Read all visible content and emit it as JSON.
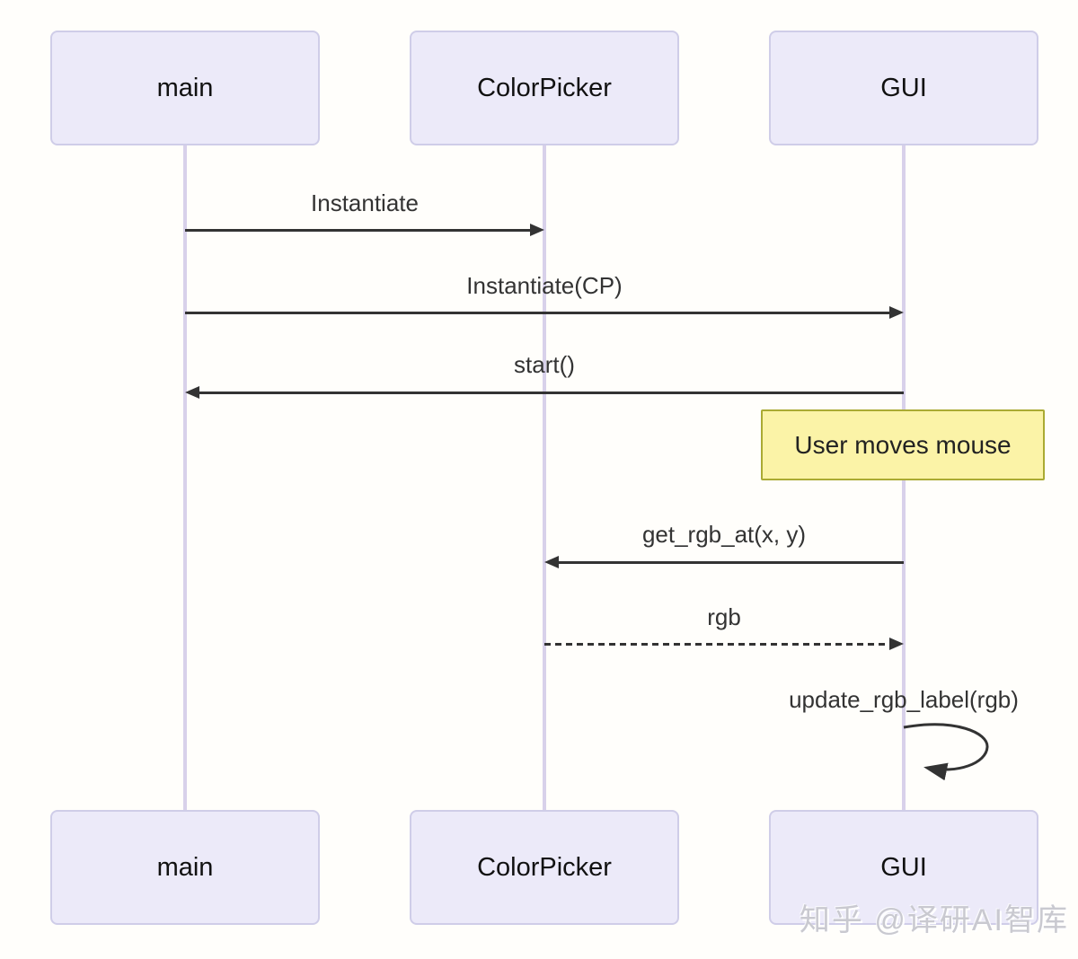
{
  "diagram": {
    "type": "sequence",
    "actors": [
      {
        "name": "main"
      },
      {
        "name": "ColorPicker"
      },
      {
        "name": "GUI"
      }
    ],
    "messages": [
      {
        "label": "Instantiate",
        "from": "main",
        "to": "ColorPicker",
        "line": "solid"
      },
      {
        "label": "Instantiate(CP)",
        "from": "main",
        "to": "GUI",
        "line": "solid"
      },
      {
        "label": "start()",
        "from": "GUI",
        "to": "main",
        "line": "solid"
      },
      {
        "label": "get_rgb_at(x, y)",
        "from": "GUI",
        "to": "ColorPicker",
        "line": "solid"
      },
      {
        "label": "rgb",
        "from": "ColorPicker",
        "to": "GUI",
        "line": "dashed"
      },
      {
        "label": "update_rgb_label(rgb)",
        "from": "GUI",
        "to": "GUI",
        "line": "self"
      }
    ],
    "note": {
      "text": "User moves mouse",
      "over": "GUI"
    },
    "colors": {
      "actor_fill": "#ECEAF9",
      "actor_border": "#CFCDE8",
      "lifeline": "#D8D1EA",
      "arrow": "#333333",
      "text": "#333333",
      "note_fill": "#FBF3A7",
      "note_border": "#AAAA33"
    },
    "watermark": "知乎 @译研AI智库"
  }
}
